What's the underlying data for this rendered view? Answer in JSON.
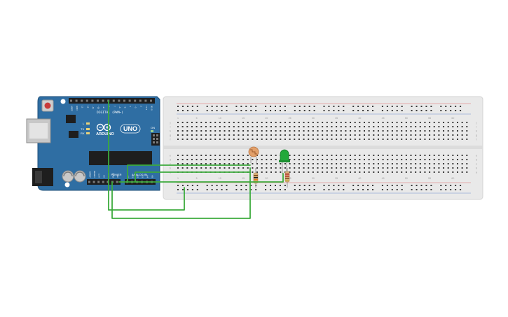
{
  "arduino": {
    "brand": "ARDUINO",
    "model": "UNO",
    "digital_label": "DIGITAL (PWM~)",
    "power_label": "POWER",
    "analog_label": "ANALOG IN",
    "on_label": "ON",
    "tx_label": "TX",
    "rx_label": "RX",
    "l_label": "L",
    "digital_pins": [
      "AREF",
      "GND",
      "13",
      "12",
      "~11",
      "~10",
      "~9",
      "8",
      "7",
      "~6",
      "~5",
      "4",
      "~3",
      "2",
      "TX 1",
      "RX 0"
    ],
    "power_pins": [
      "IOREF",
      "RESET",
      "3.3V",
      "5V",
      "GND",
      "GND",
      "Vin"
    ],
    "analog_pins": [
      "A0",
      "A1",
      "A2",
      "A3",
      "A4",
      "A5"
    ]
  },
  "breadboard": {
    "row_letters_top": [
      "j",
      "i",
      "h",
      "g",
      "f"
    ],
    "row_letters_bottom": [
      "e",
      "d",
      "c",
      "b",
      "a"
    ],
    "column_numbers": [
      "1",
      "5",
      "10",
      "15",
      "20",
      "25",
      "30",
      "35",
      "40",
      "45",
      "50",
      "55",
      "60"
    ]
  },
  "colors": {
    "board": "#2f6ea3",
    "board_dark": "#1f4f78",
    "breadboard": "#e9e9e9",
    "wire": "#3cab3c",
    "led": "#22a83a",
    "resistor": "#d8b17a",
    "ldr": "#e2a06a"
  }
}
